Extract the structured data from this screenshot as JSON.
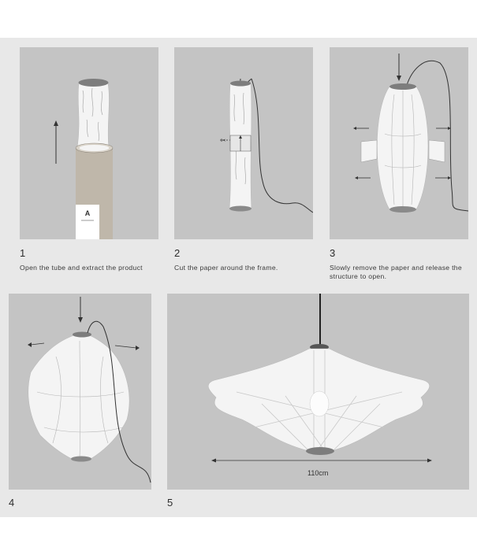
{
  "steps": [
    {
      "number": "1",
      "caption": "Open the tube and extract the product"
    },
    {
      "number": "2",
      "caption": "Cut the paper around the frame."
    },
    {
      "number": "3",
      "caption": "Slowly remove the paper and release the structure to open."
    },
    {
      "number": "4",
      "caption": ""
    },
    {
      "number": "5",
      "caption": ""
    }
  ],
  "dimension_label": "110cm",
  "colors": {
    "sheet": "#e8e8e8",
    "panel": "#c4c4c4",
    "paper": "#f4f4f4",
    "tube": "#bfb7aa",
    "ink": "#333333"
  }
}
